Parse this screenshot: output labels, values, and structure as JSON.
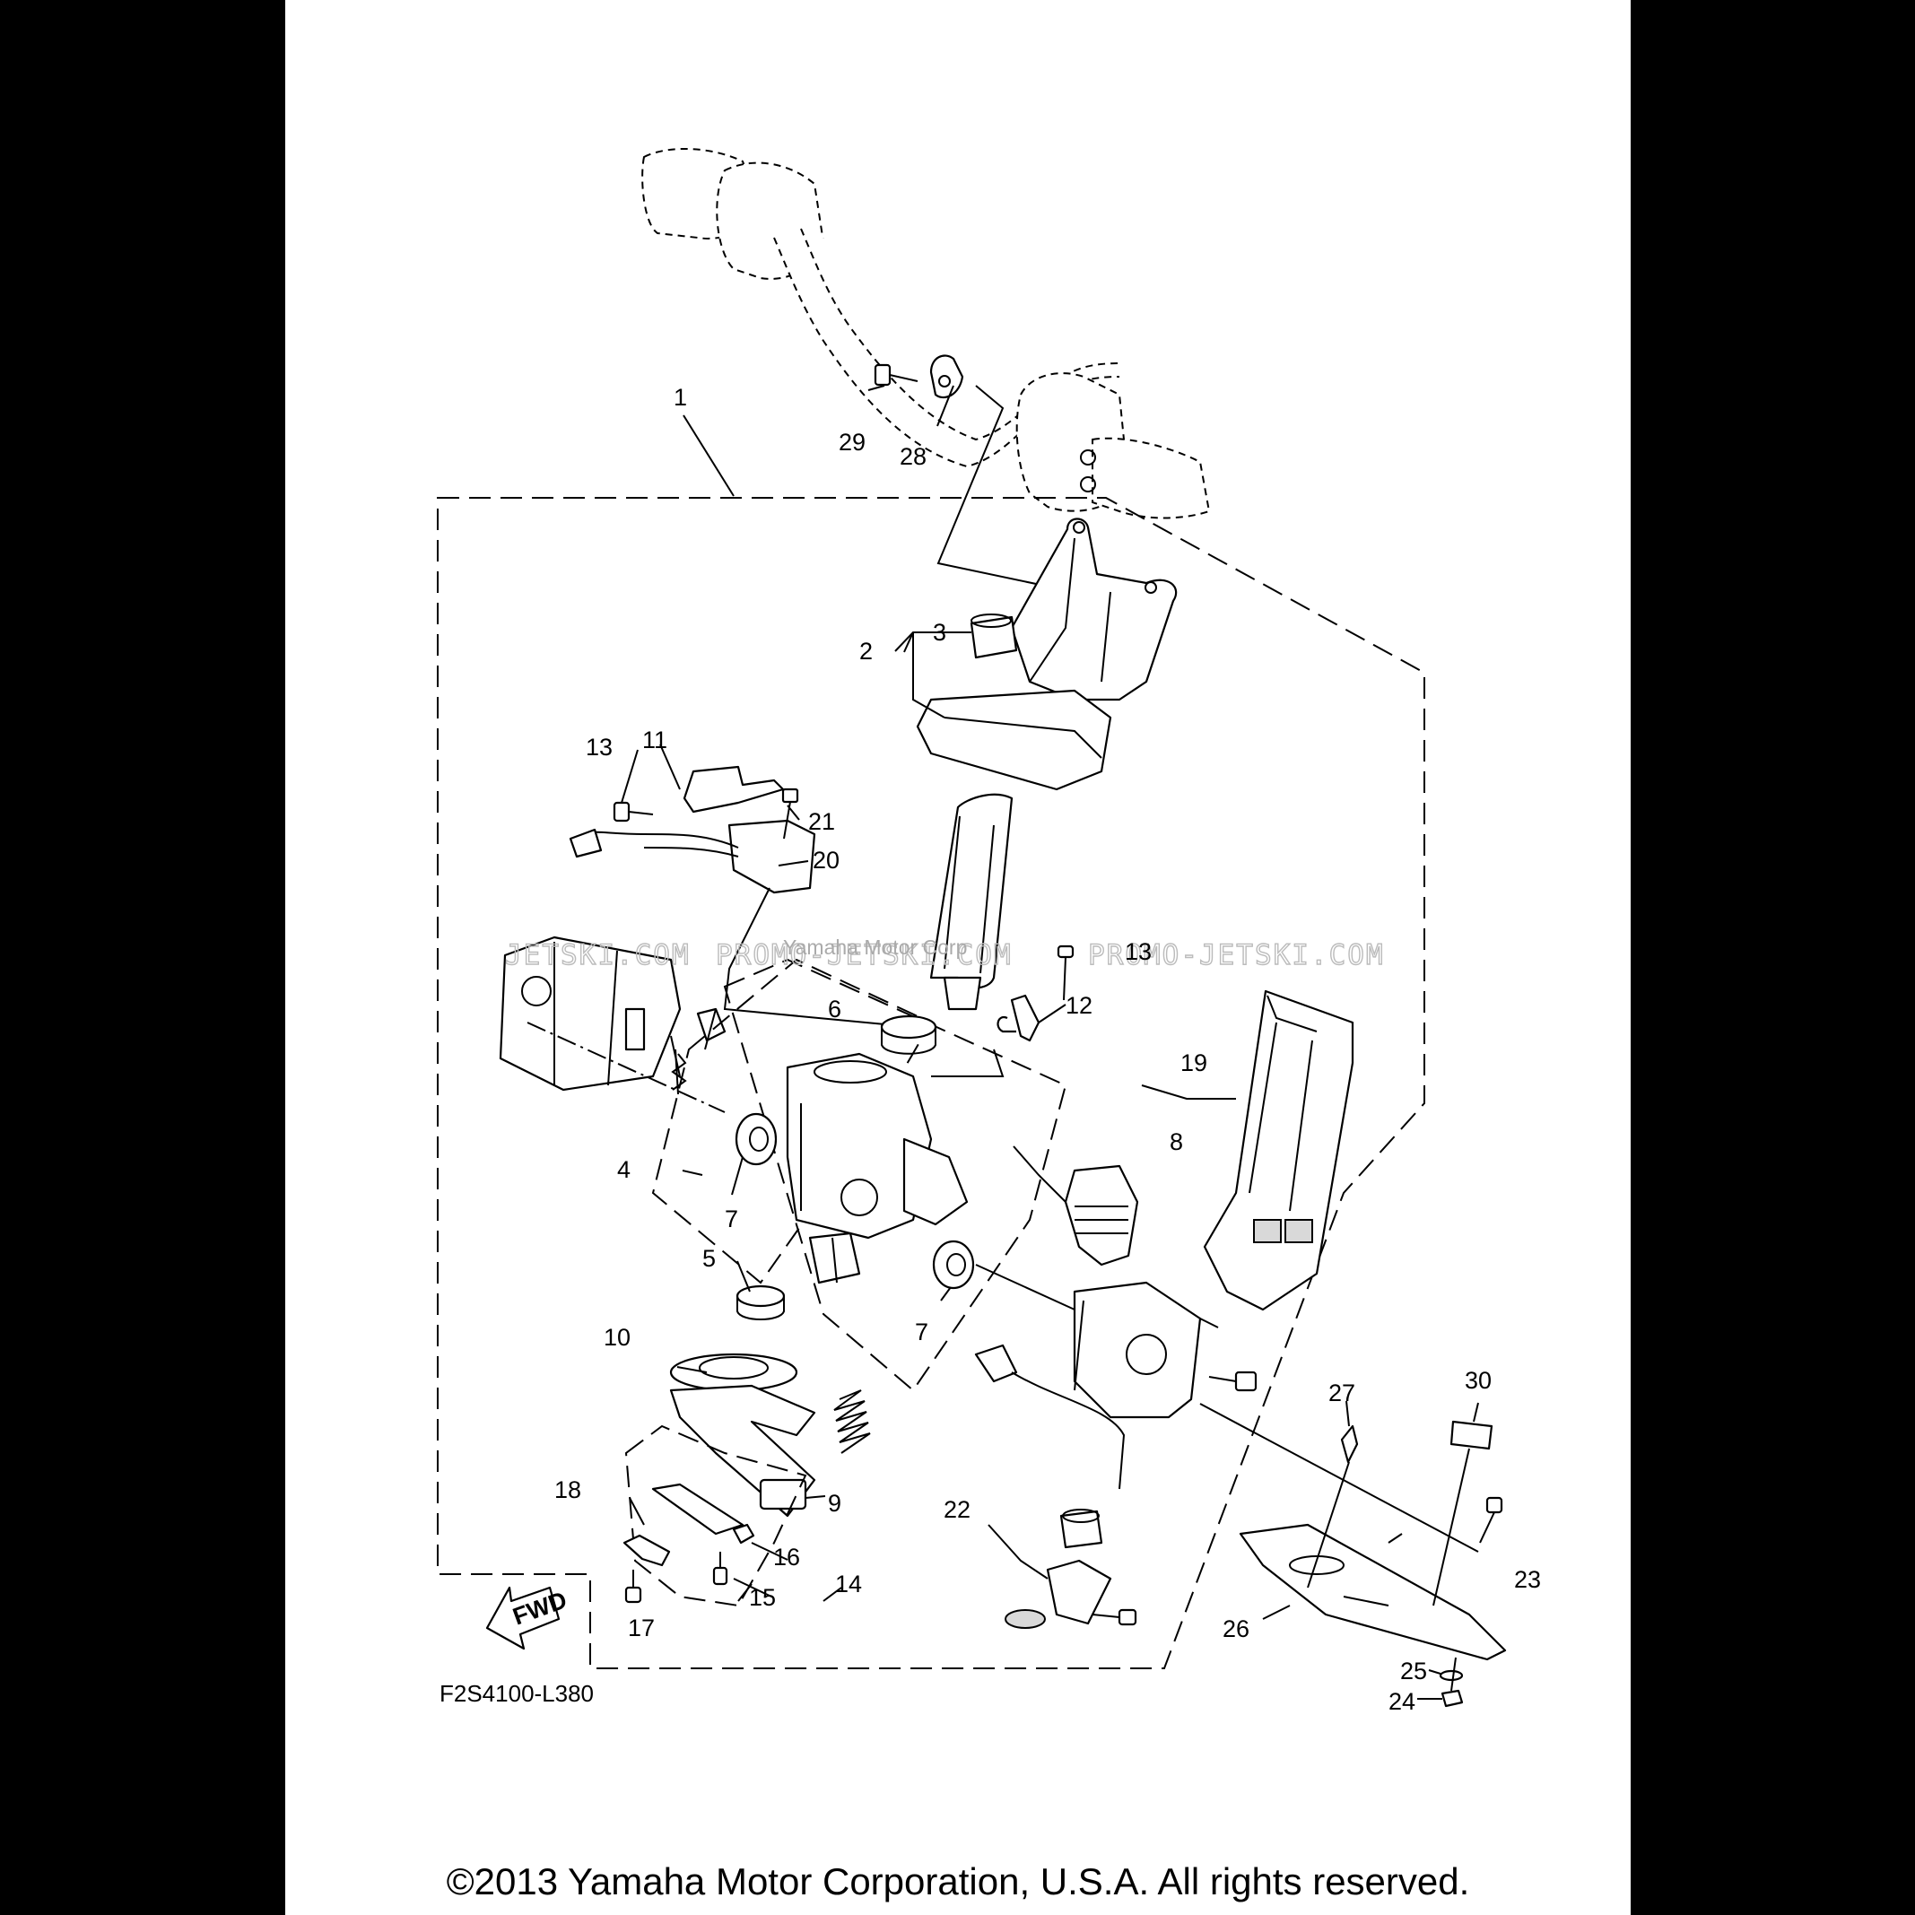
{
  "diagram": {
    "part_labels": [
      "1",
      "2",
      "3",
      "4",
      "5",
      "6",
      "7",
      "7",
      "8",
      "9",
      "10",
      "11",
      "12",
      "13",
      "13",
      "14",
      "15",
      "16",
      "17",
      "18",
      "19",
      "20",
      "21",
      "22",
      "23",
      "24",
      "25",
      "26",
      "27",
      "28",
      "29",
      "30"
    ],
    "diagram_code": "F2S4100-L380",
    "fwd_badge": "FWD",
    "watermark_left": "JETSKI.COM",
    "watermark_mid": "PROMO-JETSKI.COM",
    "watermark_right": "PROMO-JETSKI.COM",
    "watermark_small": "Yamaha Motor Corp"
  },
  "footer": {
    "copyright": "©2013 Yamaha Motor Corporation, U.S.A. All rights reserved."
  }
}
